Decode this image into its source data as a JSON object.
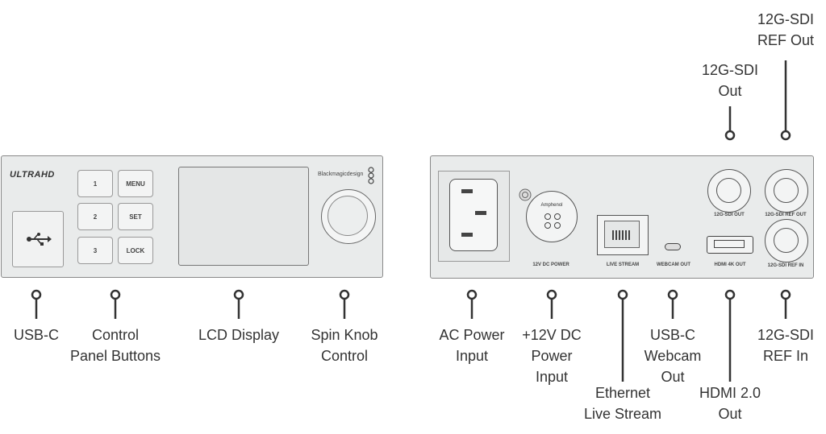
{
  "front_panel": {
    "logo": "ULTRAHD",
    "brand": "Blackmagicdesign",
    "buttons": {
      "b1": "1",
      "b2": "2",
      "b3": "3",
      "menu": "MENU",
      "set": "SET",
      "lock": "LOCK"
    }
  },
  "rear_panel": {
    "connector_labels": {
      "xlr_brand": "Amphenol",
      "dc_power": "12V DC POWER",
      "live_stream": "LIVE STREAM",
      "webcam_out": "WEBCAM OUT",
      "hdmi_out": "HDMI 4K OUT",
      "sdi_out": "12G-SDI OUT",
      "sdi_ref_out": "12G-SDI REF OUT",
      "sdi_ref_in": "12G-SDI REF IN"
    }
  },
  "callouts": {
    "usb_c": "USB-C",
    "control_panel_buttons": "Control\nPanel Buttons",
    "lcd_display": "LCD Display",
    "spin_knob": "Spin Knob\nControl",
    "ac_power": "AC Power\nInput",
    "dc_power": "+12V DC\nPower\nInput",
    "ethernet": "Ethernet\nLive Stream",
    "usb_c_webcam": "USB-C\nWebcam\nOut",
    "hdmi": "HDMI 2.0\nOut",
    "sdi_ref_in": "12G-SDI\nREF In",
    "sdi_out": "12G-SDI\nOut",
    "sdi_ref_out": "12G-SDI\nREF Out"
  }
}
